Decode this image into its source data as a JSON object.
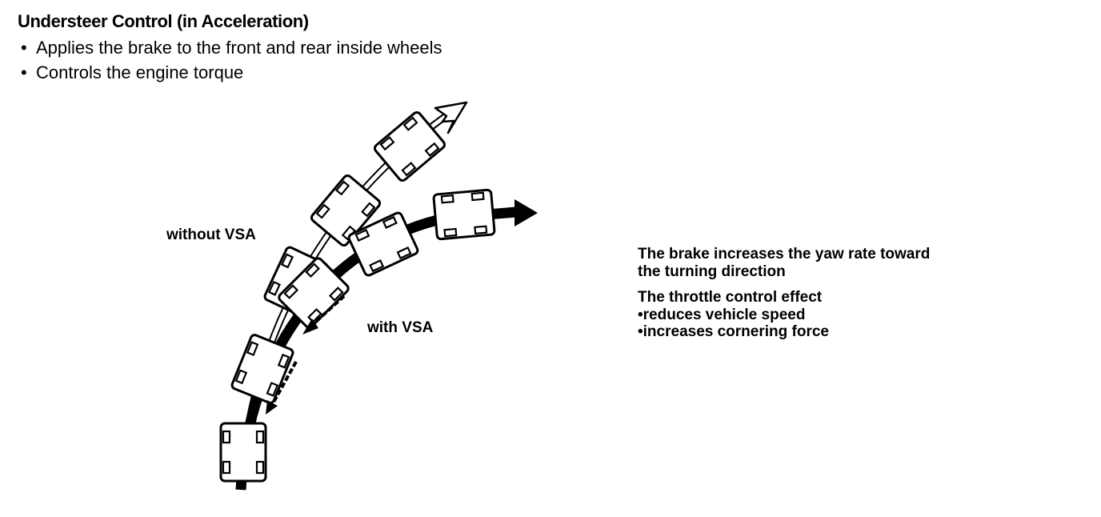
{
  "title": "Understeer Control (in Acceleration)",
  "bullets": [
    "Applies the brake to the front and rear inside wheels",
    "Controls the engine torque"
  ],
  "bullet_glyph": "•",
  "diagram": {
    "label_without": "without VSA",
    "label_with": "with VSA"
  },
  "notes": {
    "brake_lines": [
      "The brake increases the yaw rate toward",
      "the turning direction"
    ],
    "throttle_title": "The throttle control effect",
    "throttle_bullets": [
      "reduces vehicle speed",
      "increases cornering force"
    ]
  }
}
